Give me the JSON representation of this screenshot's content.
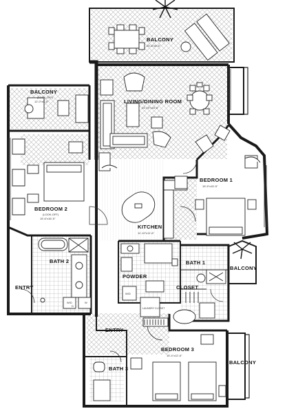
{
  "plan": {
    "rooms": [
      {
        "id": "balcony-top",
        "name": "BALCONY",
        "dims": "25'-8\"x8'-6\""
      },
      {
        "id": "balcony-left",
        "name": "BALCONY",
        "sub": "(LOOK-OFF)",
        "dims": "12'-0\"x6'-5\""
      },
      {
        "id": "living-dining",
        "name": "LIVING/DINING ROOM",
        "dims": "24'-10\"x18'-6\""
      },
      {
        "id": "bedroom-1",
        "name": "BEDROOM 1",
        "dims": "15'-5\"x15'-5\""
      },
      {
        "id": "bedroom-2",
        "name": "BEDROOM 2",
        "sub": "(LOOK-OFF)",
        "dims": "15'-6\"x16'-5\""
      },
      {
        "id": "kitchen",
        "name": "KITCHEN",
        "dims": "11'-10\"x11'-6\""
      },
      {
        "id": "bath-2",
        "name": "BATH 2"
      },
      {
        "id": "bath-1",
        "name": "BATH 1"
      },
      {
        "id": "powder",
        "name": "POWDER"
      },
      {
        "id": "closet",
        "name": "CLOSET"
      },
      {
        "id": "balcony-right",
        "name": "BALCONY"
      },
      {
        "id": "entry-left",
        "name": "ENTRY"
      },
      {
        "id": "entry-main",
        "name": "ENTRY"
      },
      {
        "id": "bedroom-3",
        "name": "BEDROOM 3",
        "dims": "15'-4\"x12'-6\""
      },
      {
        "id": "bath-3",
        "name": "BATH 3"
      },
      {
        "id": "balcony-bottom",
        "name": "BALCONY"
      }
    ],
    "fixtures": {
      "wd_left": "W/D",
      "wd_powder": "W/D",
      "laundry_closet": "LAUNDRY CLOSET",
      "washer": "W",
      "dryer": "D"
    }
  }
}
